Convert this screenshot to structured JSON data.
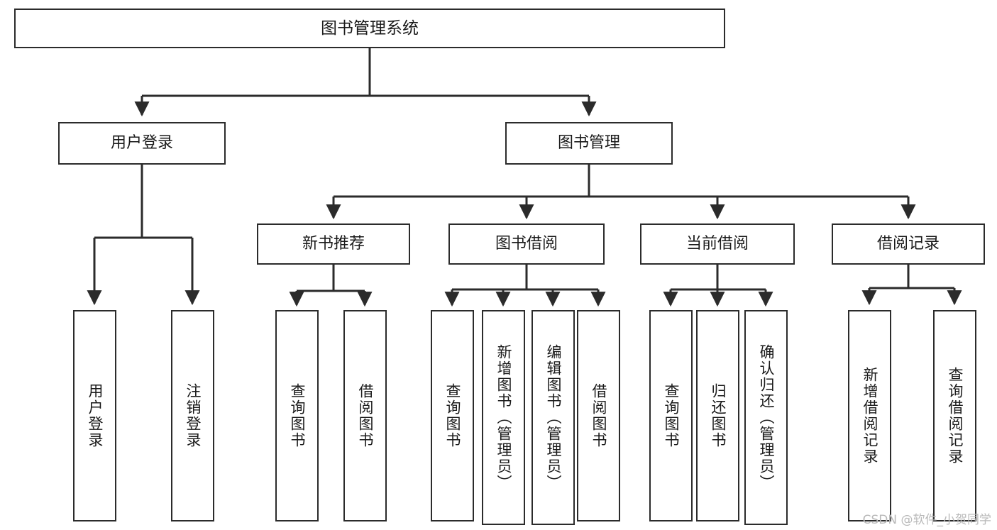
{
  "diagram": {
    "type": "tree",
    "title": "图书管理系统",
    "watermark": "CSDN @软件_小贺同学",
    "colors": {
      "stroke": "#2b2b2b",
      "fill": "#ffffff",
      "text": "#1a1a1a",
      "watermark": "#b9b9b9"
    },
    "levels": {
      "root": {
        "label": "图书管理系统"
      },
      "level1": [
        {
          "id": "user-login",
          "label": "用户登录"
        },
        {
          "id": "book-manage",
          "label": "图书管理"
        }
      ],
      "level2": [
        {
          "id": "new-book-rec",
          "label": "新书推荐",
          "parent": "book-manage"
        },
        {
          "id": "book-borrow",
          "label": "图书借阅",
          "parent": "book-manage"
        },
        {
          "id": "current-borrow",
          "label": "当前借阅",
          "parent": "book-manage"
        },
        {
          "id": "borrow-record",
          "label": "借阅记录",
          "parent": "book-manage"
        }
      ],
      "leaves": [
        {
          "id": "leaf-user-login",
          "label": "用户登录",
          "parent": "user-login"
        },
        {
          "id": "leaf-logout",
          "label": "注销登录",
          "parent": "user-login"
        },
        {
          "id": "leaf-query-book-1",
          "label": "查询图书",
          "parent": "new-book-rec"
        },
        {
          "id": "leaf-borrow-book-1",
          "label": "借阅图书",
          "parent": "new-book-rec"
        },
        {
          "id": "leaf-query-book-2",
          "label": "查询图书",
          "parent": "book-borrow"
        },
        {
          "id": "leaf-add-book",
          "label": "新增图书（管理员）",
          "parent": "book-borrow"
        },
        {
          "id": "leaf-edit-book",
          "label": "编辑图书（管理员）",
          "parent": "book-borrow"
        },
        {
          "id": "leaf-borrow-book-2",
          "label": "借阅图书",
          "parent": "book-borrow"
        },
        {
          "id": "leaf-query-book-3",
          "label": "查询图书",
          "parent": "current-borrow"
        },
        {
          "id": "leaf-return-book",
          "label": "归还图书",
          "parent": "current-borrow"
        },
        {
          "id": "leaf-confirm-return",
          "label": "确认归还（管理员）",
          "parent": "current-borrow"
        },
        {
          "id": "leaf-add-record",
          "label": "新增借阅记录",
          "parent": "borrow-record"
        },
        {
          "id": "leaf-query-record",
          "label": "查询借阅记录",
          "parent": "borrow-record"
        }
      ]
    }
  }
}
